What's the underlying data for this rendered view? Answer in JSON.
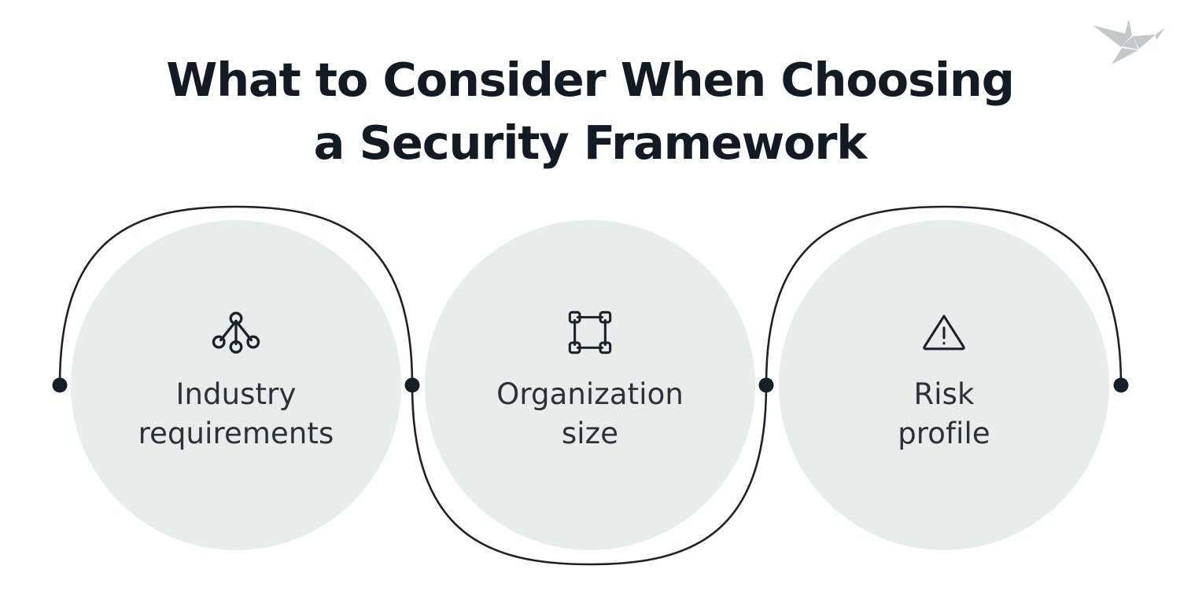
{
  "brand": {
    "logo_icon": "origami-bird-logo",
    "logo_color": "#c4c8ca"
  },
  "title": {
    "line1": "What to Consider When Choosing",
    "line2": "a Security Framework",
    "color": "#121a24"
  },
  "diagram": {
    "type": "wave-connector",
    "node_fill": "#e6edeb",
    "line_color": "#1b222c",
    "label_color": "#2b3138",
    "icon_color": "#1b222c",
    "endpoint_dots": 4,
    "nodes": [
      {
        "id": "industry-requirements",
        "label": "Industry\nrequirements",
        "icon": "hierarchy-nodes-icon"
      },
      {
        "id": "organization-size",
        "label": "Organization\nsize",
        "icon": "bounding-box-icon"
      },
      {
        "id": "risk-profile",
        "label": "Risk\nprofile",
        "icon": "warning-triangle-icon"
      }
    ]
  }
}
